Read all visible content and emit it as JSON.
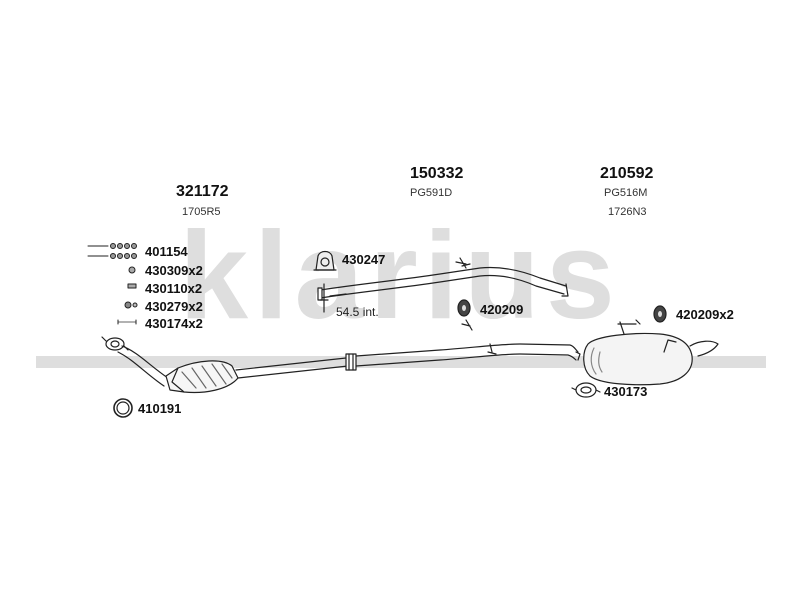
{
  "brand": {
    "watermark_text": "klarius",
    "watermark_color": "#d9d9d9"
  },
  "sections": [
    {
      "part_number": "321172",
      "code": "1705R5"
    },
    {
      "part_number": "150332",
      "code": "PG591D"
    },
    {
      "part_number": "210592",
      "code": "PG516M",
      "code2": "1726N3"
    }
  ],
  "fittings": [
    {
      "label": "401154"
    },
    {
      "label": "430309x2"
    },
    {
      "label": "430110x2"
    },
    {
      "label": "430279x2"
    },
    {
      "label": "430174x2"
    }
  ],
  "parts": {
    "clamp_top": "430247",
    "length_note": "54.5 int.",
    "mount_mid": "420209",
    "mount_rear": "420209x2",
    "gasket_front": "410191",
    "gasket_rear": "430173"
  },
  "colors": {
    "line": "#222222",
    "fill_light": "#f4f4f4",
    "fill_dark": "#555555"
  }
}
